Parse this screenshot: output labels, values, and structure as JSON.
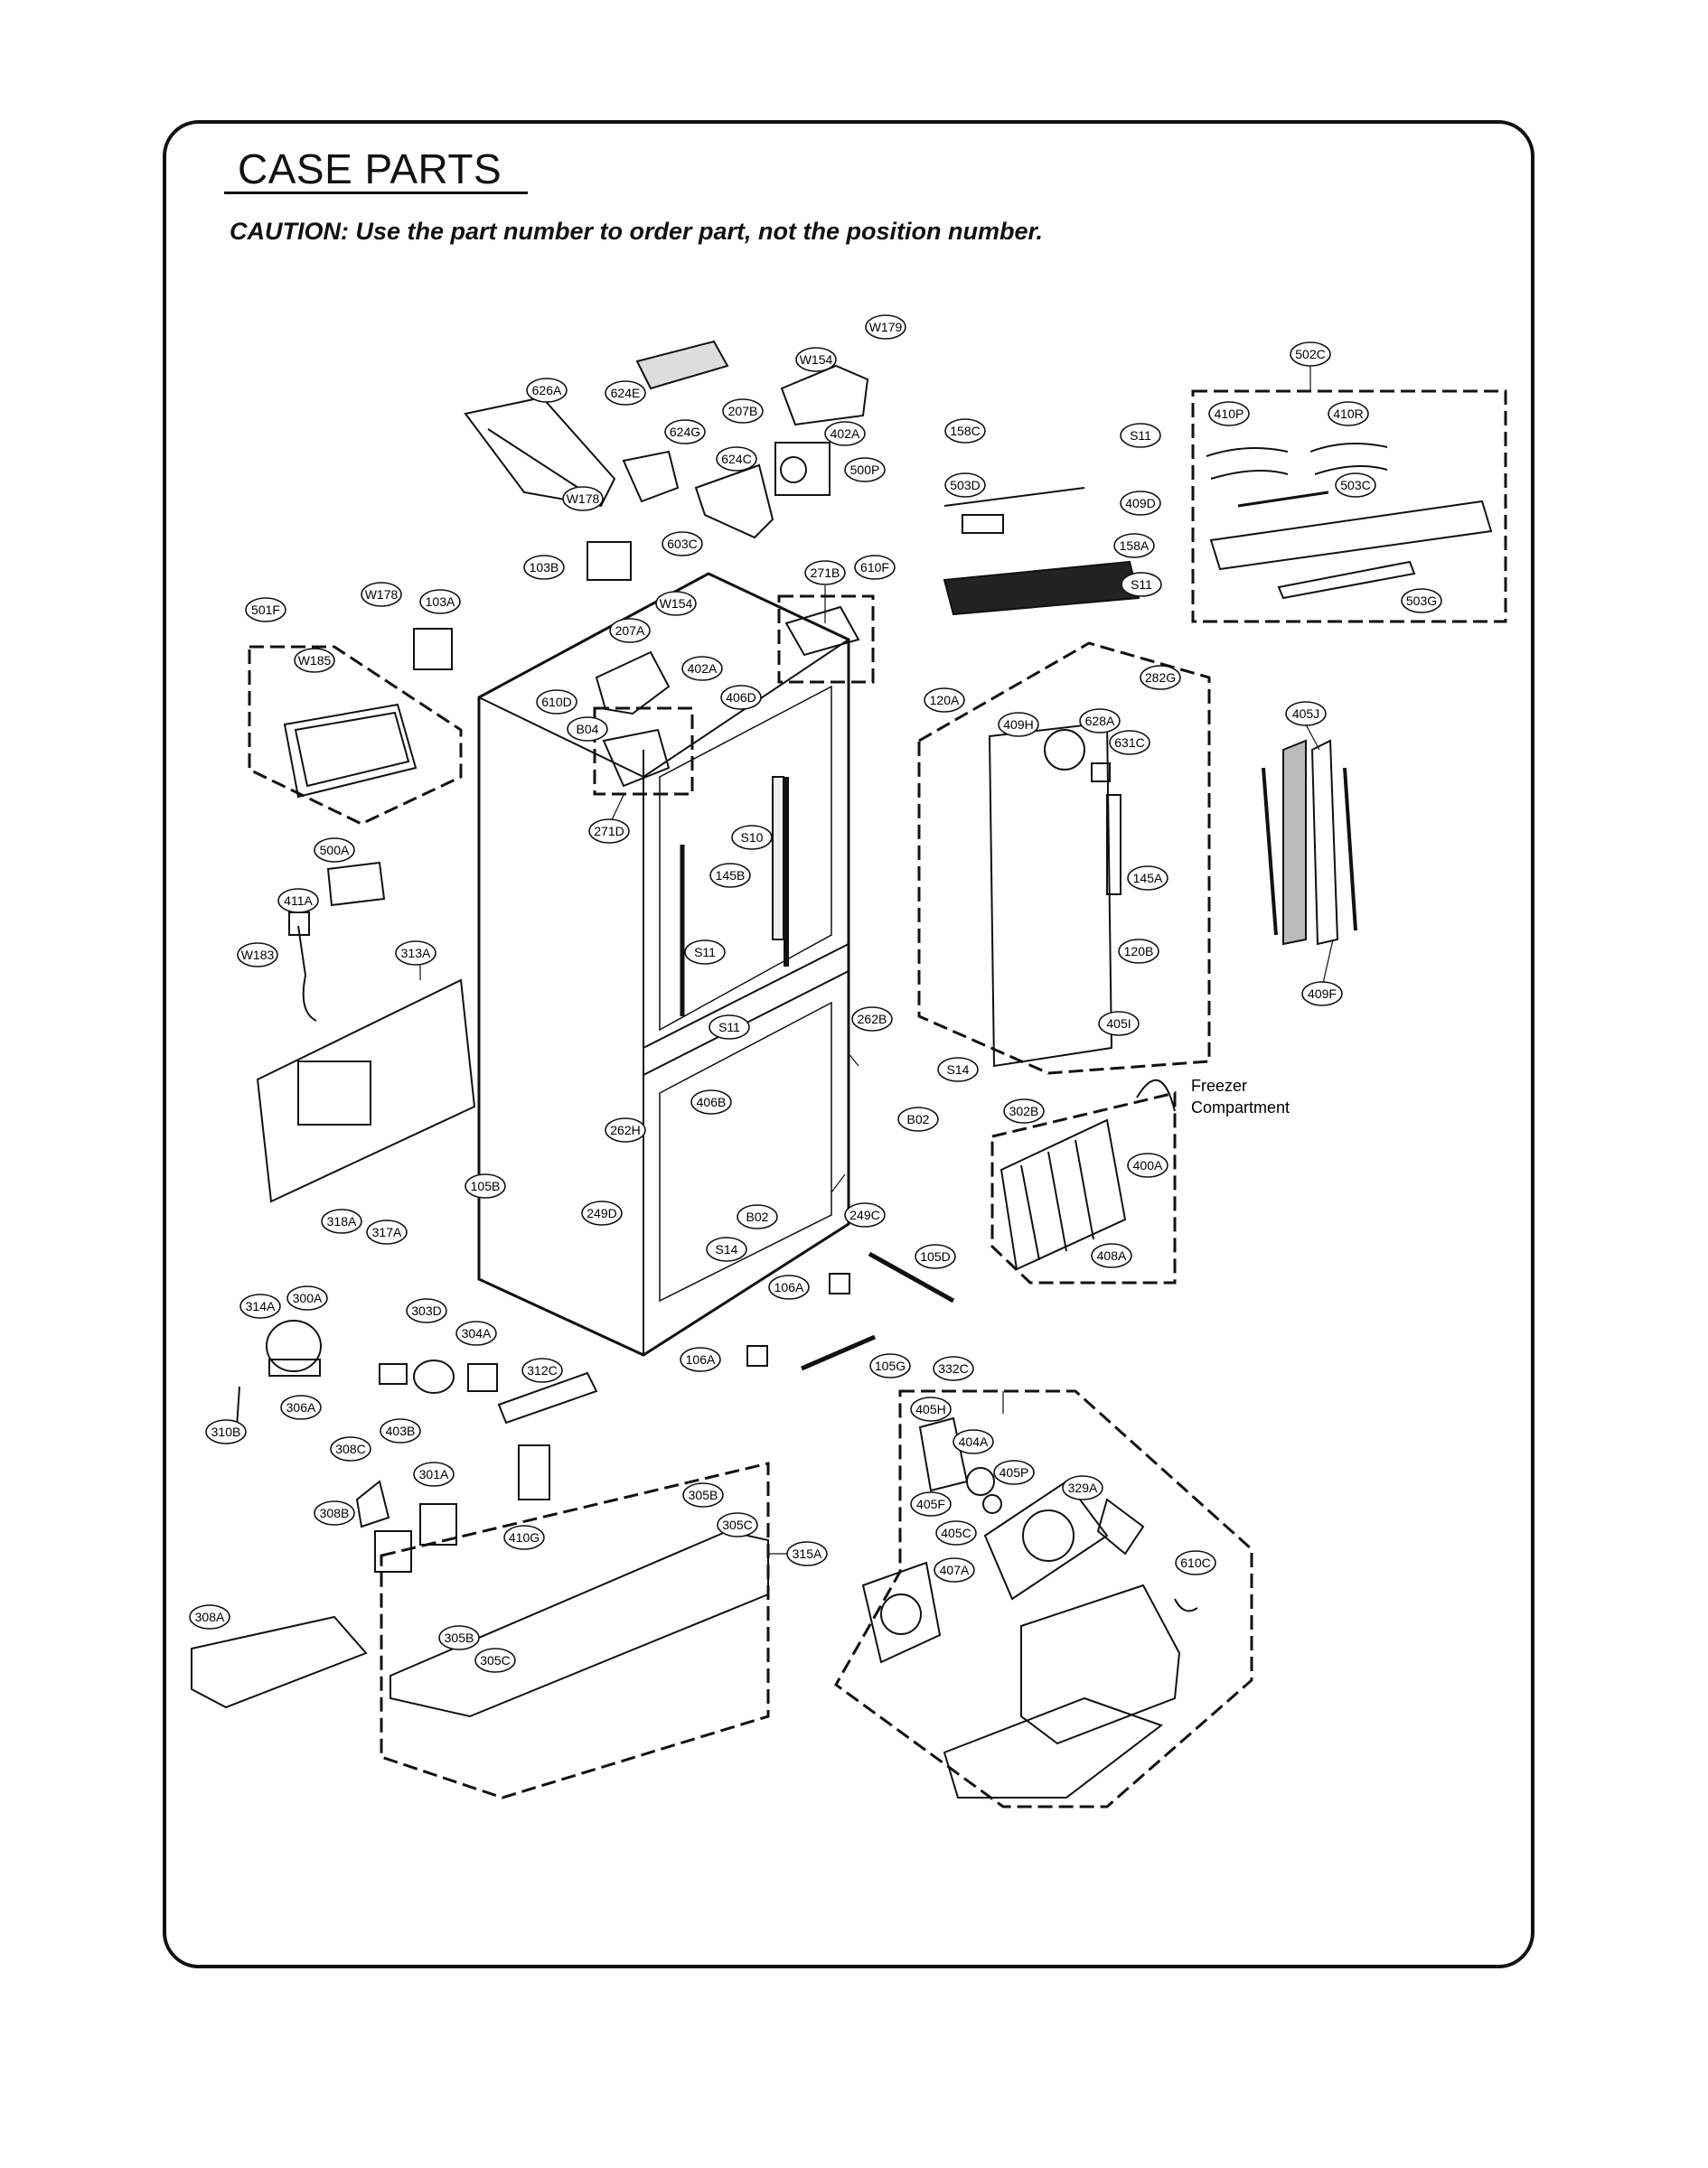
{
  "title": "CASE PARTS",
  "caution": "CAUTION: Use the part number to order part, not the position number.",
  "note_line1": "Freezer",
  "note_line2": "Compartment",
  "callouts": [
    "W179",
    "W154",
    "626A",
    "624E",
    "207B",
    "402A",
    "624G",
    "624C",
    "500P",
    "W178",
    "603C",
    "103B",
    "610F",
    "271B",
    "502C",
    "410P",
    "410R",
    "158C",
    "S11",
    "503D",
    "503C",
    "409D",
    "158A",
    "S11",
    "503G",
    "W178",
    "103A",
    "W154",
    "501F",
    "207A",
    "402A",
    "406D",
    "W185",
    "610D",
    "B04",
    "271D",
    "S10",
    "145B",
    "S11",
    "S11",
    "262B",
    "S14",
    "B02",
    "406B",
    "262H",
    "249D",
    "B02",
    "S14",
    "249C",
    "120A",
    "409H",
    "628A",
    "282G",
    "631C",
    "405J",
    "145A",
    "120B",
    "405I",
    "409F",
    "302B",
    "400A",
    "408A",
    "105D",
    "106A",
    "106A",
    "105G",
    "500A",
    "411A",
    "W183",
    "313A",
    "105B",
    "318A",
    "317A",
    "314A",
    "300A",
    "303D",
    "304A",
    "306A",
    "310B",
    "312C",
    "308C",
    "403B",
    "301A",
    "308B",
    "410G",
    "305B",
    "305C",
    "315A",
    "308A",
    "305B",
    "305C",
    "332C",
    "405H",
    "404A",
    "405P",
    "329A",
    "405F",
    "405C",
    "407A",
    "610C"
  ]
}
